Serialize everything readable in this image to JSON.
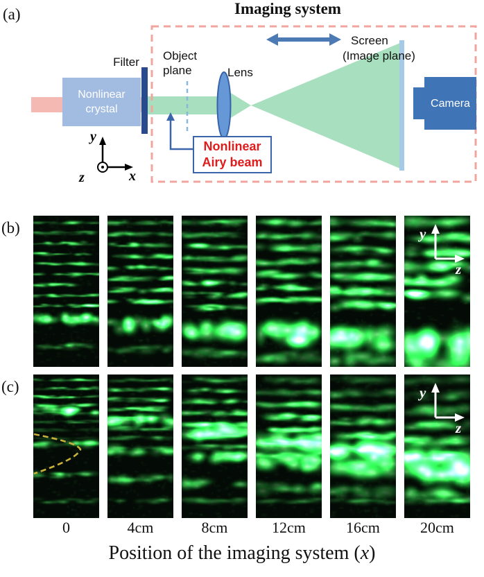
{
  "figure": {
    "panel_a": {
      "label": "(a)",
      "title": "Imaging system",
      "filter": "Filter",
      "object_plane_line1": "Object",
      "object_plane_line2": "plane",
      "lens": "Lens",
      "screen_line1": "Screen",
      "screen_line2": "(Image plane)",
      "camera": "Camera",
      "crystal_line1": "Nonlinear",
      "crystal_line2": "crystal",
      "airy_line1": "Nonlinear",
      "airy_line2": "Airy beam",
      "axis_y": "y",
      "axis_x": "x",
      "axis_z": "z"
    },
    "panel_b": {
      "label": "(b)",
      "axis_y": "y",
      "axis_z": "z"
    },
    "panel_c": {
      "label": "(c)",
      "axis_y": "y",
      "axis_z": "z"
    },
    "positions": [
      "0",
      "4cm",
      "8cm",
      "12cm",
      "16cm",
      "20cm"
    ],
    "caption": {
      "prefix": "Position of the imaging system (",
      "x_var": "x",
      "suffix": ")"
    }
  },
  "colors": {
    "dashed_box": "#f2a49e",
    "red_beam": "#f4b9b2",
    "green_beam": "#a8dfbf",
    "crystal": "#a2bbe0",
    "filter_bar": "#2a4a8e",
    "lens_fill": "#6697d6",
    "lens_stroke": "#3763a8",
    "screen_bar": "#a6c9e8",
    "camera": "#3f74b6",
    "arrow_blue": "#4b7ab5",
    "pointer_blue": "#3b65ab",
    "airy_text": "#e01b1b",
    "beam_green": "#35e26a",
    "dash_curve": "#c9b23a"
  }
}
